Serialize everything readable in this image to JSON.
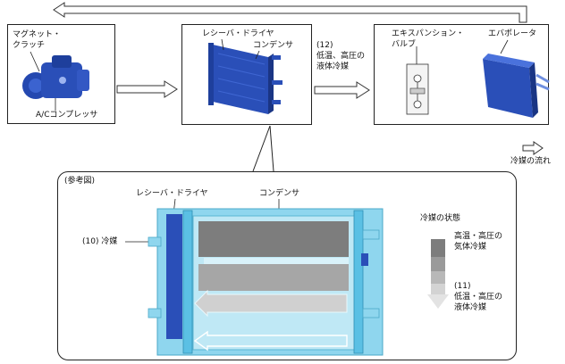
{
  "boxes": {
    "compressor": {
      "line1": "マグネット・",
      "line2": "クラッチ",
      "part": "A/Cコンプレッサ"
    },
    "condenser_box": {
      "receiver_dryer": "レシーバ・ドライヤ",
      "condenser": "コンデンサ"
    },
    "expansion_box": {
      "valve_line1": "エキスパンション・",
      "valve_line2": "バルブ",
      "evaporator": "エバポレータ"
    }
  },
  "flow_note": {
    "number": "(12)",
    "line1": "低温、高圧の",
    "line2": "液体冷媒"
  },
  "legend_flow": "冷媒の流れ",
  "reference": {
    "title": "(参考図)",
    "receiver_dryer": "レシーバ・ドライヤ",
    "condenser": "コンデンサ",
    "refrigerant": "(10) 冷媒",
    "state_title": "冷媒の状態",
    "state_high_line1": "高温・高圧の",
    "state_high_line2": "気体冷媒",
    "state_low_number": "(11)",
    "state_low_line1": "低温・高圧の",
    "state_low_line2": "液体冷媒"
  },
  "colors": {
    "component_blue": "#2a4fb8",
    "frame_cyan": "#7fd3ec",
    "gas_gray": "#7d7d7d",
    "liquid_light": "#d9d9d9"
  }
}
